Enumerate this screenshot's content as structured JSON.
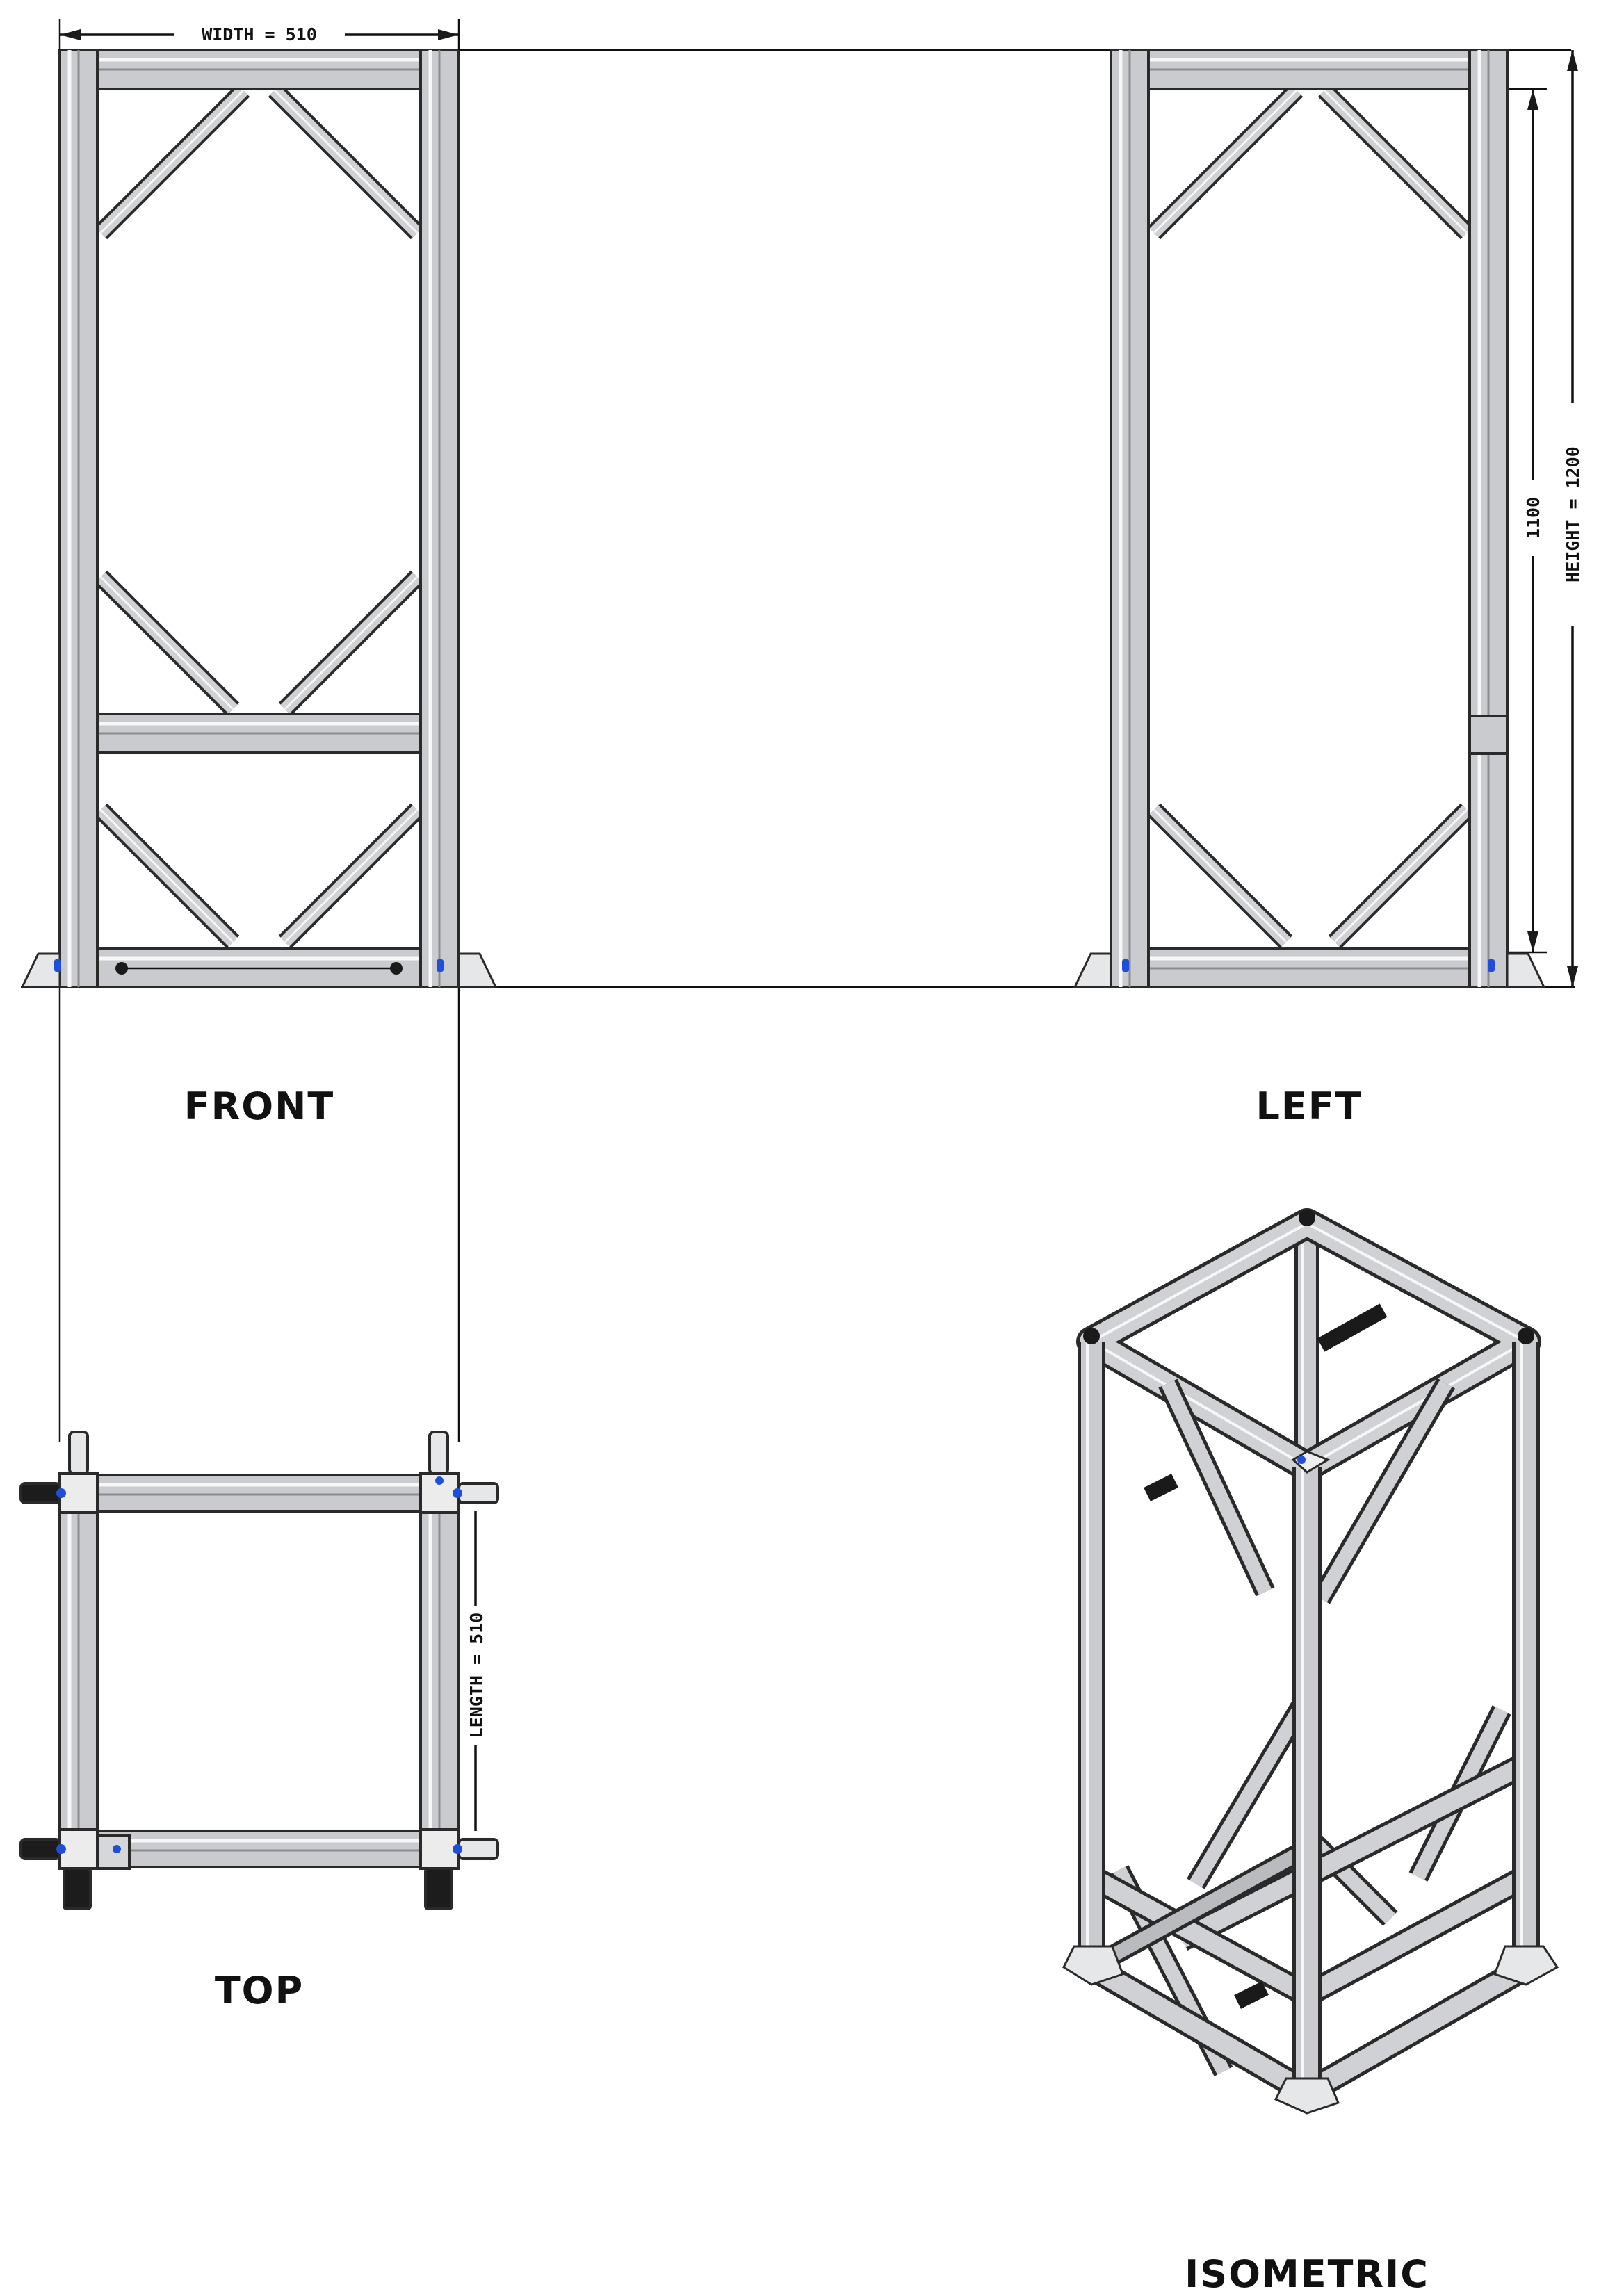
{
  "title": "",
  "dimensions": {
    "width_label": "WIDTH = 510",
    "height_label": "HEIGHT = 1200",
    "inner_height_label": "1100",
    "length_label": "LENGTH = 510"
  },
  "views": {
    "front": "FRONT",
    "left": "LEFT",
    "top": "TOP",
    "isometric": "ISOMETRIC"
  },
  "colors": {
    "frame_fill": "#c9cbce",
    "frame_edge": "#2a2a2a",
    "fastener": "#1f4fd6",
    "background": "#ffffff"
  },
  "components": {
    "profile": "aluminium-extrusion",
    "foot": "base-foot-plate",
    "fastener": "corner-bolt"
  }
}
